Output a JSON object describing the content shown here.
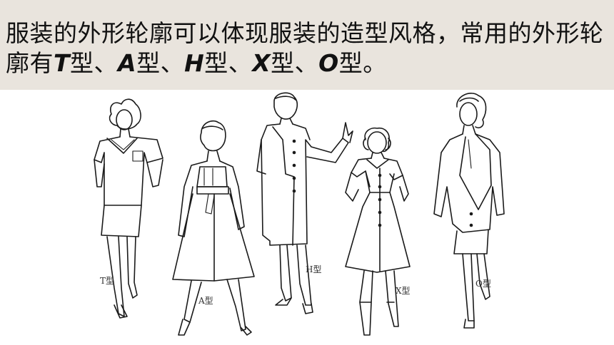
{
  "title": {
    "part1": "服装的外形轮廓可以体现服装的造型风格，常用的外形轮廓有",
    "letters": [
      "T",
      "A",
      "H",
      "X",
      "O"
    ],
    "suffix": "型",
    "separator": "、",
    "end": "。"
  },
  "figures": [
    {
      "id": "t",
      "label": "T型"
    },
    {
      "id": "a",
      "label": "A型"
    },
    {
      "id": "h",
      "label": "H型"
    },
    {
      "id": "x",
      "label": "X型"
    },
    {
      "id": "o",
      "label": "O型"
    }
  ]
}
